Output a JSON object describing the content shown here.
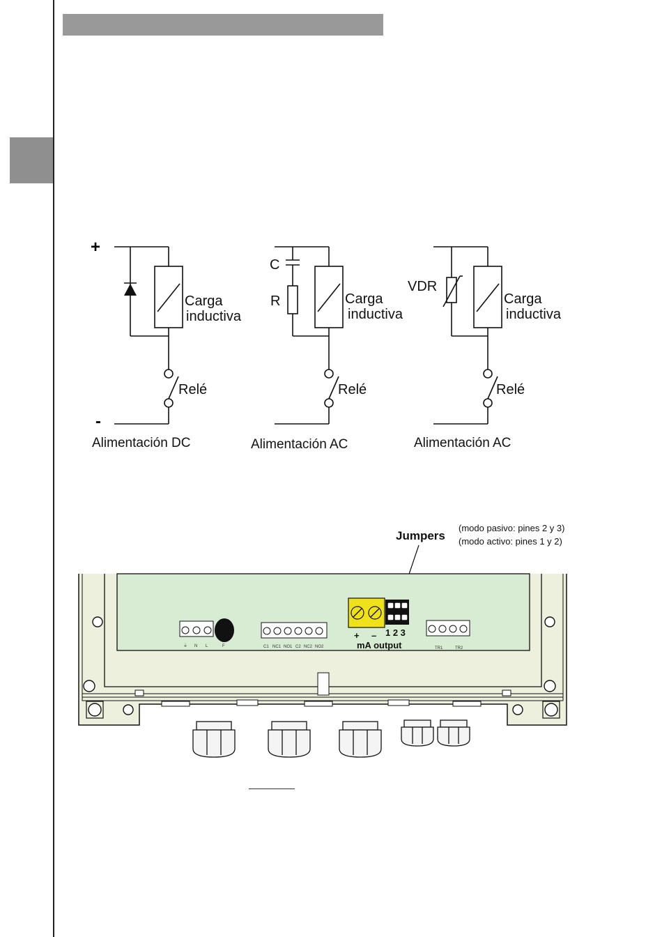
{
  "circuits": [
    {
      "supply_label": "Alimentación DC",
      "plus": "+",
      "minus": "-",
      "load_label_1": "Carga",
      "load_label_2": "inductiva",
      "relay_label": "Relé"
    },
    {
      "supply_label": "Alimentación AC",
      "c_label": "C",
      "r_label": "R",
      "load_label_1": "Carga",
      "load_label_2": "inductiva",
      "relay_label": "Relé"
    },
    {
      "supply_label": "Alimentación AC",
      "vdr_label": "VDR",
      "load_label_1": "Carga",
      "load_label_2": "inductiva",
      "relay_label": "Relé"
    }
  ],
  "board": {
    "jumpers_title": "Jumpers",
    "jumpers_passive": "(modo pasivo: pines 2 y 3)",
    "jumpers_active": "(modo activo: pines 1 y 2)",
    "pin_numbers": "1 2 3",
    "ma_plus": "+",
    "ma_minus": "–",
    "ma_output": "mA output",
    "power_terminals": [
      "N",
      "L",
      "F"
    ],
    "relay_terminals": [
      "C1",
      "NC1",
      "NO1",
      "C2",
      "NC2",
      "NO2"
    ],
    "tr_terminals": [
      "TR1",
      "TR2"
    ],
    "colors": {
      "board_green": "#d7ecd2",
      "housing": "#eef0de",
      "terminal_yellow": "#efe21a"
    }
  }
}
